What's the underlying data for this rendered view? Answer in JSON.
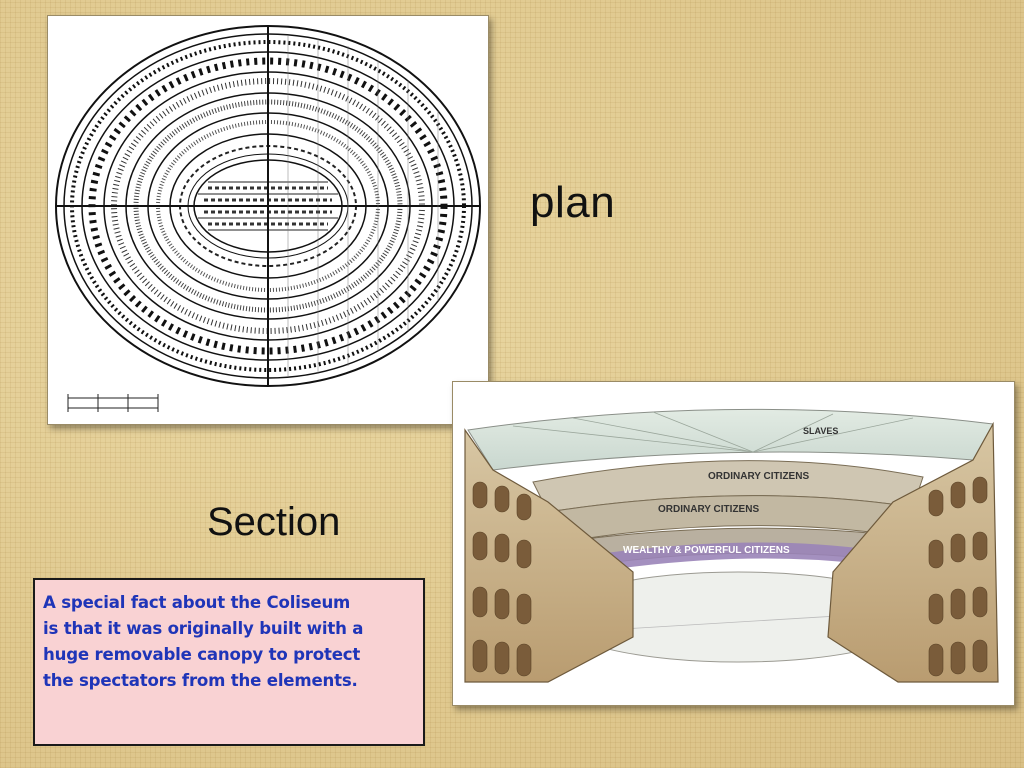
{
  "labels": {
    "plan": "plan",
    "section": "Section"
  },
  "fact": {
    "line1": "A special fact about the Coliseum",
    "line2": "is that it was originally built with a",
    "line3": "huge removable canopy to protect",
    "line4": "the spectators from the elements."
  },
  "section_image": {
    "tiers": {
      "top": "SLAVES",
      "upper": "ORDINARY CITIZENS",
      "middle": "ORDINARY CITIZENS",
      "lower": "WEALTHY & POWERFUL CITIZENS"
    }
  },
  "colors": {
    "fact_text": "#1f35b8",
    "fact_background": "#f9d2d3",
    "slide_background": "#e3cf97"
  }
}
